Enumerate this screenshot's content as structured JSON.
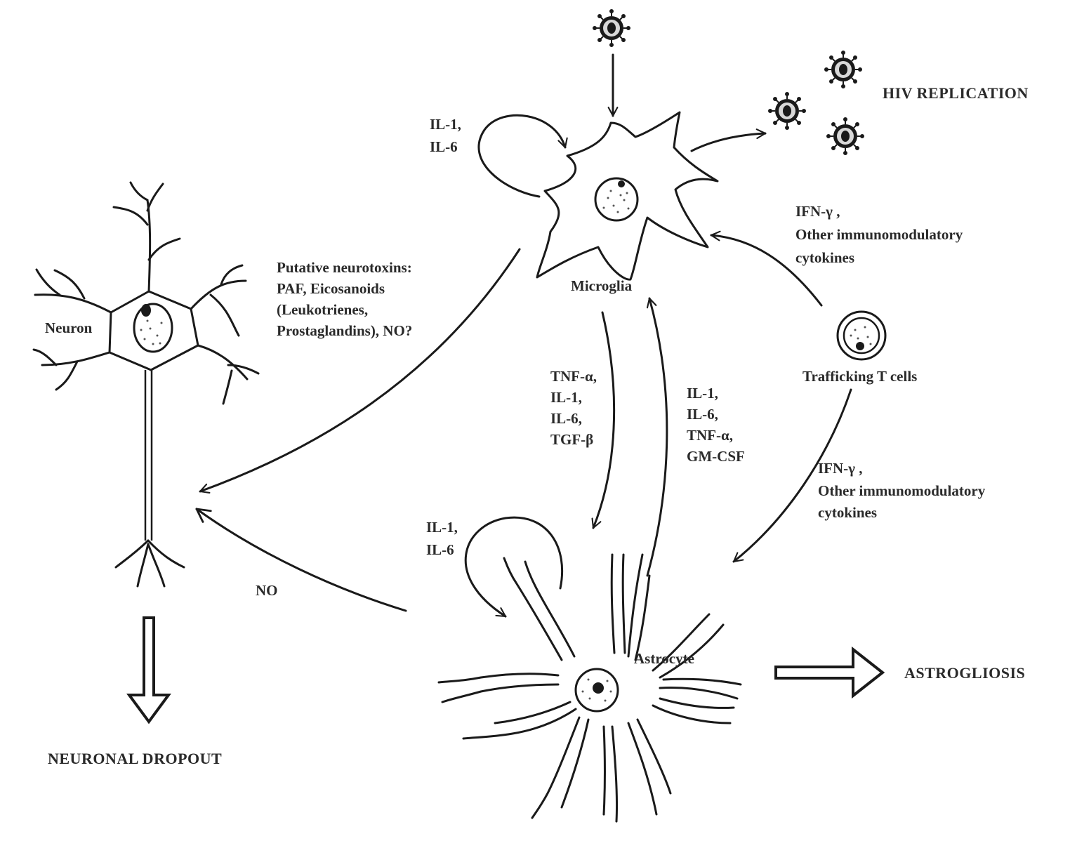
{
  "cells": {
    "microglia": "Microglia",
    "neuron": "Neuron",
    "astrocyte": "Astrocyte",
    "t_cells": "Trafficking T cells"
  },
  "outcomes": {
    "hiv_replication": "HIV REPLICATION",
    "astrogliosis": "ASTROGLIOSIS",
    "neuronal_dropout": "NEURONAL DROPOUT"
  },
  "signals": {
    "microglia_autocrine": [
      "IL-1,",
      "IL-6"
    ],
    "astrocyte_autocrine": [
      "IL-1,",
      "IL-6"
    ],
    "neurotoxins": [
      "Putative neurotoxins:",
      "PAF, Eicosanoids",
      "(Leukotrienes,",
      "Prostaglandins), NO?"
    ],
    "microglia_to_astrocyte": [
      "TNF-α,",
      "IL-1,",
      "IL-6,",
      "TGF-β"
    ],
    "astrocyte_to_microglia": [
      "IL-1,",
      "IL-6,",
      "TNF-α,",
      "GM-CSF"
    ],
    "tcell_to_microglia": [
      "IFN-γ ,",
      "Other immunomodulatory",
      "cytokines"
    ],
    "tcell_to_astrocyte": [
      "IFN-γ ,",
      "Other immunomodulatory",
      "cytokines"
    ],
    "astrocyte_to_neuron": "NO"
  },
  "colors": {
    "ink": "#1a1a1a",
    "text": "#2a2a2a",
    "background": "#ffffff"
  }
}
